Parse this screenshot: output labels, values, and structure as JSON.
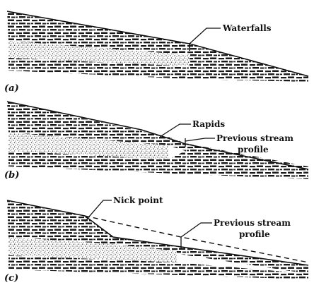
{
  "figure": {
    "panels": [
      {
        "id": "a",
        "panel_label": "(a)",
        "annotations": [
          {
            "id": "waterfalls",
            "text": "Waterfalls"
          }
        ]
      },
      {
        "id": "b",
        "panel_label": "(b)",
        "annotations": [
          {
            "id": "rapids",
            "text": "Rapids"
          },
          {
            "id": "previous-profile-1",
            "text": "Previous stream"
          },
          {
            "id": "previous-profile-2",
            "text": "profile"
          }
        ]
      },
      {
        "id": "c",
        "panel_label": "(c)",
        "annotations": [
          {
            "id": "nick-point",
            "text": "Nick point"
          },
          {
            "id": "previous-profile-1",
            "text": "Previous stream"
          },
          {
            "id": "previous-profile-2",
            "text": "profile"
          }
        ]
      }
    ],
    "colors": {
      "ink": "#1a1a1a",
      "paper": "#ffffff",
      "sand": "#9a9a9a"
    }
  }
}
